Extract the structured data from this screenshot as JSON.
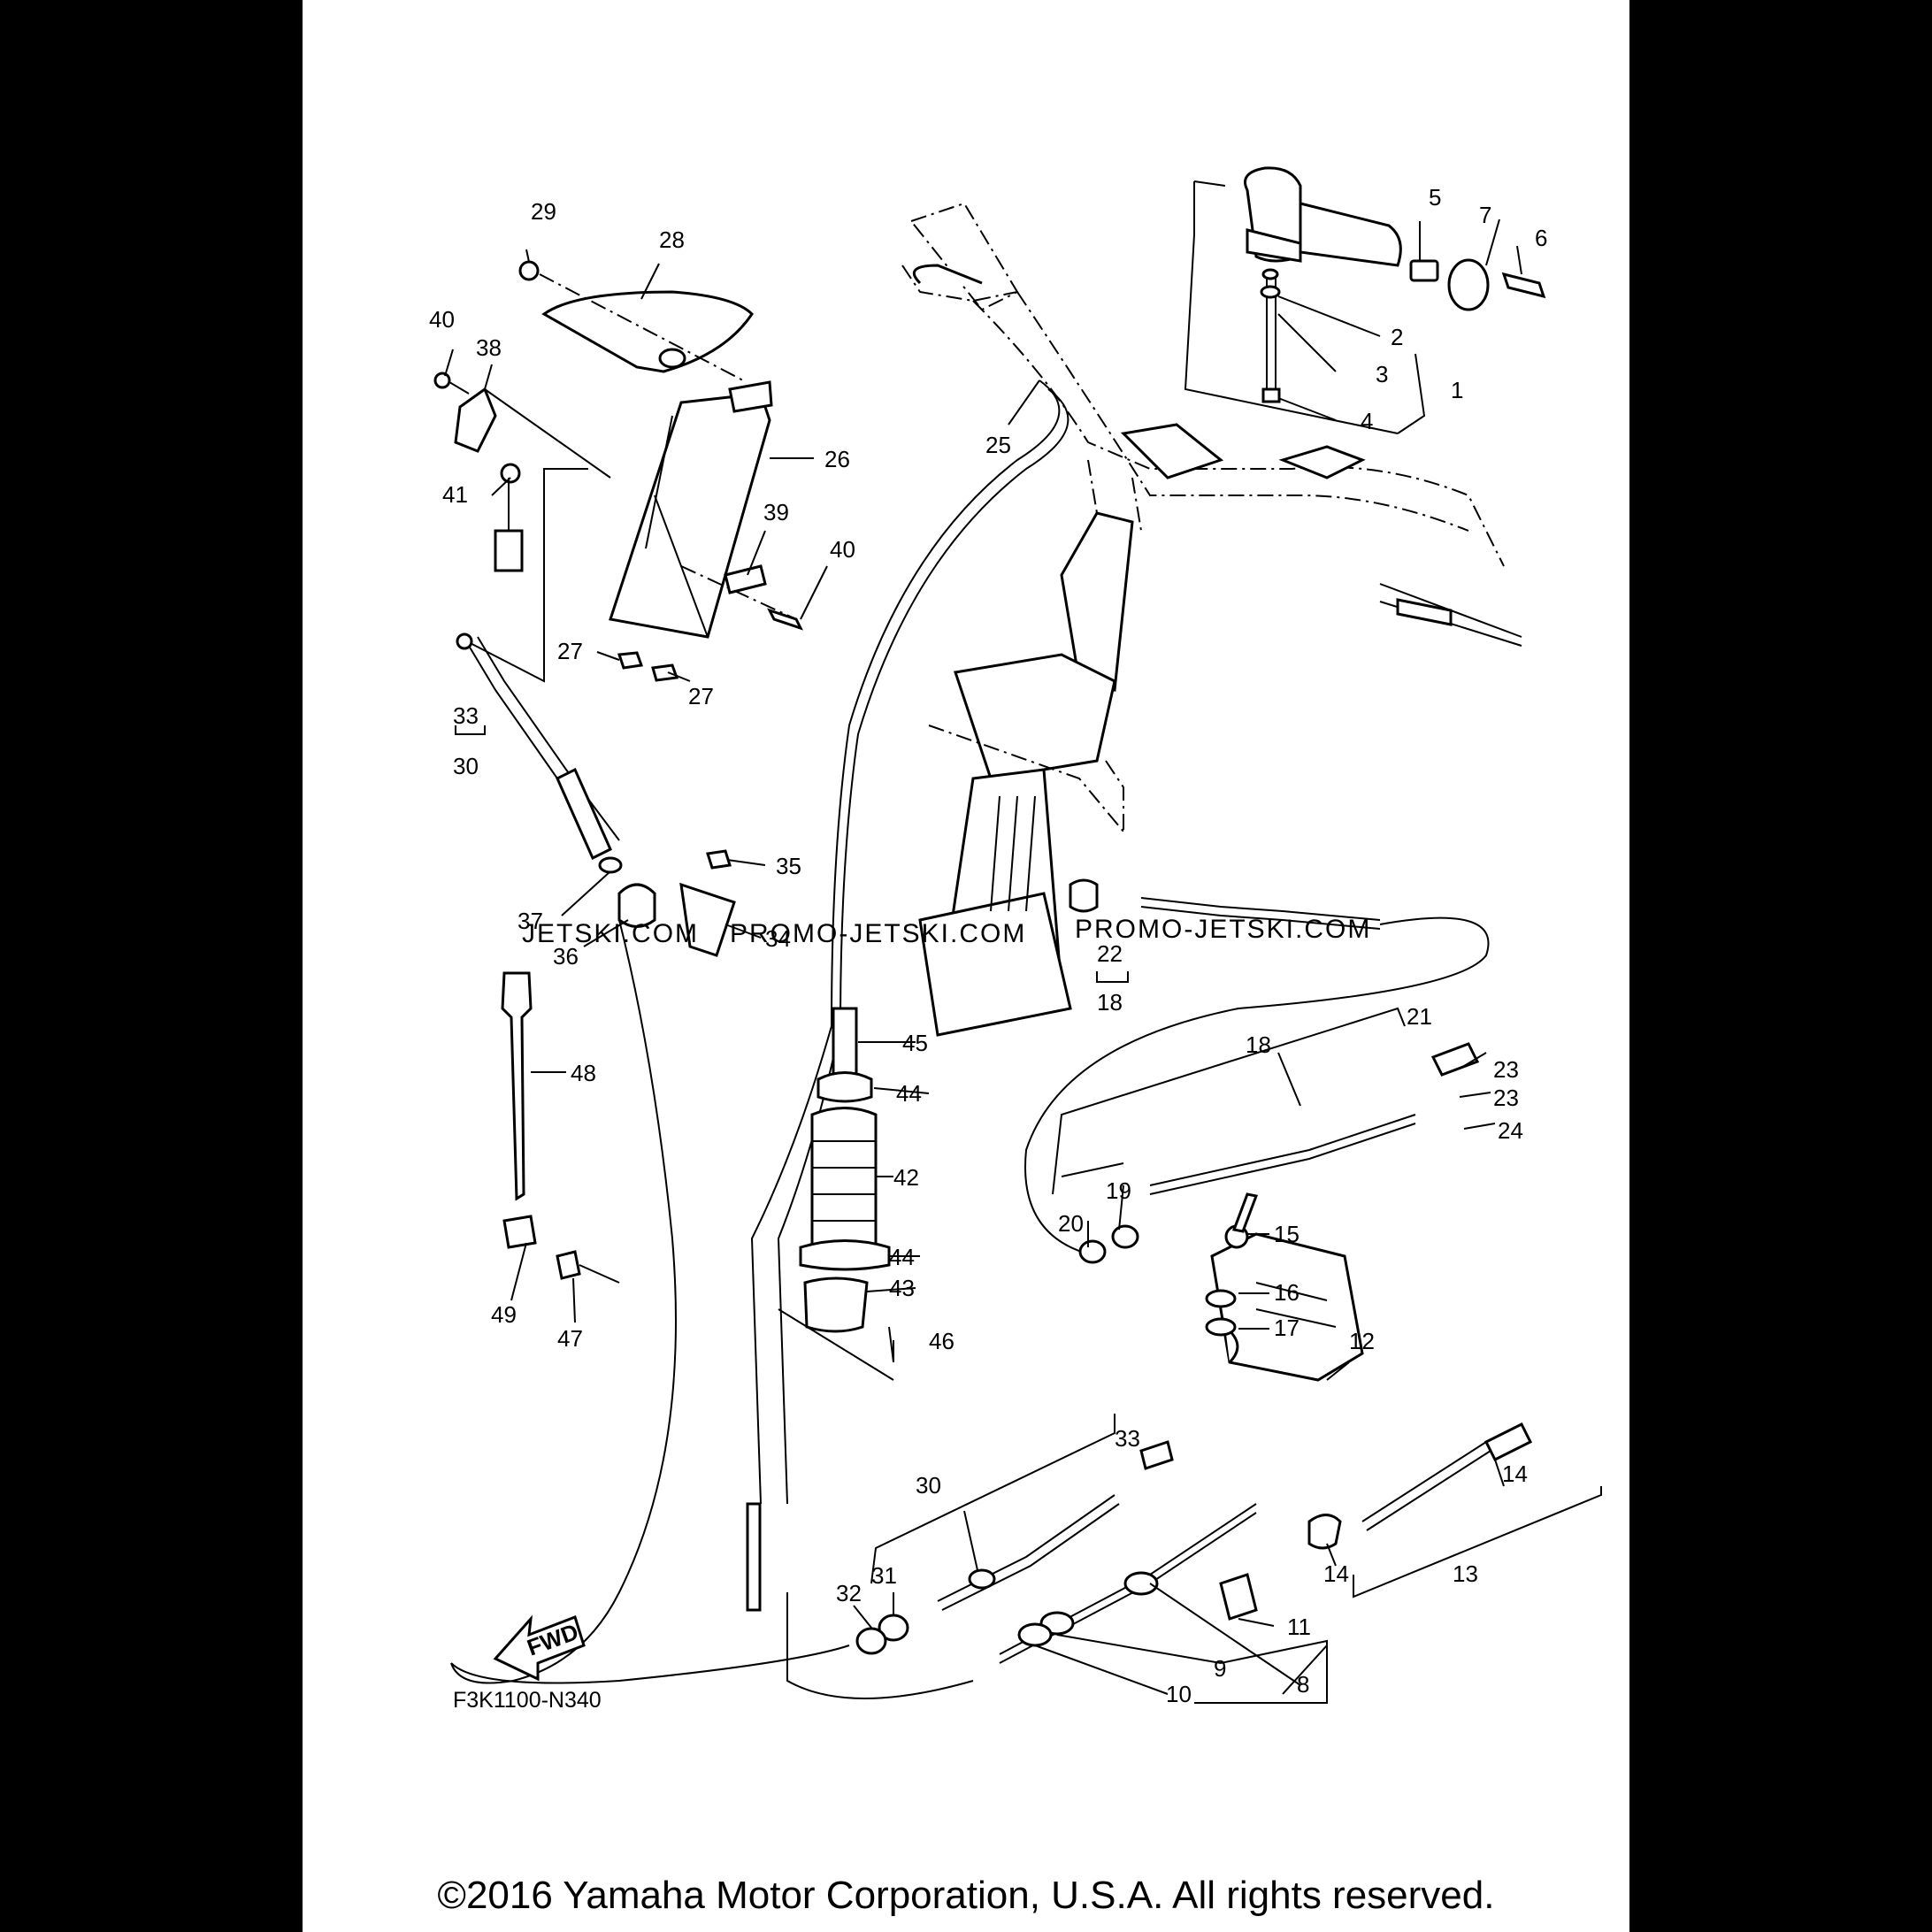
{
  "diagram": {
    "figure_code": "F3K1100-N340",
    "fwd_label": "FWD",
    "watermark": {
      "left": "JETSKI.COM",
      "middle": "PROMO-JETSKI.COM",
      "right": "PROMO-JETSKI.COM"
    },
    "part_labels": [
      "1",
      "2",
      "3",
      "4",
      "5",
      "6",
      "7",
      "8",
      "9",
      "10",
      "11",
      "12",
      "13",
      "14",
      "15",
      "16",
      "17",
      "18",
      "19",
      "20",
      "21",
      "22",
      "23",
      "24",
      "25",
      "26",
      "27",
      "28",
      "29",
      "30",
      "31",
      "32",
      "33",
      "34",
      "35",
      "36",
      "37",
      "38",
      "39",
      "40",
      "41",
      "42",
      "43",
      "44",
      "45",
      "46",
      "47",
      "48",
      "49"
    ]
  },
  "footer": {
    "copyright": "©2016 Yamaha Motor Corporation, U.S.A. All rights reserved."
  }
}
